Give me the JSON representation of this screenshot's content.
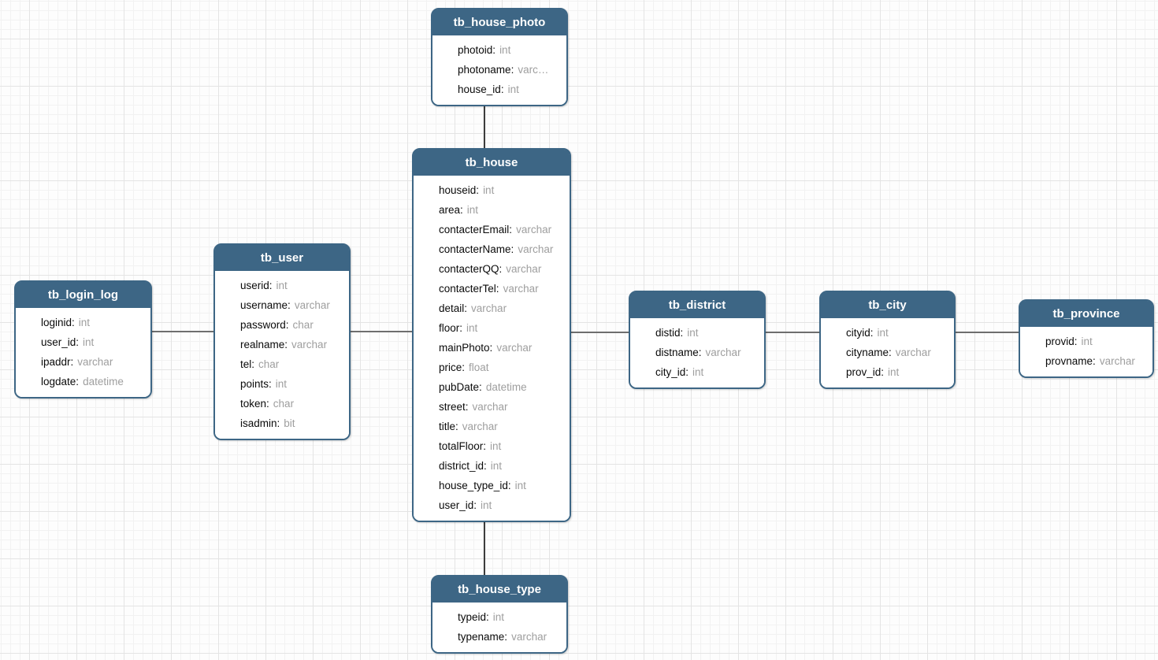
{
  "diagram": {
    "kind": "entity-relationship-diagram",
    "colors": {
      "table_header": "#3d6685",
      "table_body": "#ffffff",
      "field_name": "#0a0a0a",
      "field_type": "#9e9e9e",
      "connector_horizontal": "#6e6e6e",
      "connector_vertical": "#3d3d3d",
      "grid_minor": "#f2f2f2",
      "grid_major": "#e4e4e4"
    },
    "tables": [
      {
        "title": "tb_house_photo",
        "fields": [
          {
            "name": "photoid",
            "type": "int"
          },
          {
            "name": "photoname",
            "type": "varc…"
          },
          {
            "name": "house_id",
            "type": "int"
          }
        ]
      },
      {
        "title": "tb_house",
        "fields": [
          {
            "name": "houseid",
            "type": "int"
          },
          {
            "name": "area",
            "type": "int"
          },
          {
            "name": "contacterEmail",
            "type": "varchar"
          },
          {
            "name": "contacterName",
            "type": "varchar"
          },
          {
            "name": "contacterQQ",
            "type": "varchar"
          },
          {
            "name": "contacterTel",
            "type": "varchar"
          },
          {
            "name": "detail",
            "type": "varchar"
          },
          {
            "name": "floor",
            "type": "int"
          },
          {
            "name": "mainPhoto",
            "type": "varchar"
          },
          {
            "name": "price",
            "type": "float"
          },
          {
            "name": "pubDate",
            "type": "datetime"
          },
          {
            "name": "street",
            "type": "varchar"
          },
          {
            "name": "title",
            "type": "varchar"
          },
          {
            "name": "totalFloor",
            "type": "int"
          },
          {
            "name": "district_id",
            "type": "int"
          },
          {
            "name": "house_type_id",
            "type": "int"
          },
          {
            "name": "user_id",
            "type": "int"
          }
        ]
      },
      {
        "title": "tb_user",
        "fields": [
          {
            "name": "userid",
            "type": "int"
          },
          {
            "name": "username",
            "type": "varchar"
          },
          {
            "name": "password",
            "type": "char"
          },
          {
            "name": "realname",
            "type": "varchar"
          },
          {
            "name": "tel",
            "type": "char"
          },
          {
            "name": "points",
            "type": "int"
          },
          {
            "name": "token",
            "type": "char"
          },
          {
            "name": "isadmin",
            "type": "bit"
          }
        ]
      },
      {
        "title": "tb_login_log",
        "fields": [
          {
            "name": "loginid",
            "type": "int"
          },
          {
            "name": "user_id",
            "type": "int"
          },
          {
            "name": "ipaddr",
            "type": "varchar"
          },
          {
            "name": "logdate",
            "type": "datetime"
          }
        ]
      },
      {
        "title": "tb_district",
        "fields": [
          {
            "name": "distid",
            "type": "int"
          },
          {
            "name": "distname",
            "type": "varchar"
          },
          {
            "name": "city_id",
            "type": "int"
          }
        ]
      },
      {
        "title": "tb_city",
        "fields": [
          {
            "name": "cityid",
            "type": "int"
          },
          {
            "name": "cityname",
            "type": "varchar"
          },
          {
            "name": "prov_id",
            "type": "int"
          }
        ]
      },
      {
        "title": "tb_province",
        "fields": [
          {
            "name": "provid",
            "type": "int"
          },
          {
            "name": "provname",
            "type": "varchar"
          }
        ]
      },
      {
        "title": "tb_house_type",
        "fields": [
          {
            "name": "typeid",
            "type": "int"
          },
          {
            "name": "typename",
            "type": "varchar"
          }
        ]
      }
    ],
    "relationships": [
      {
        "from": "tb_house_photo",
        "to": "tb_house"
      },
      {
        "from": "tb_house",
        "to": "tb_house_type"
      },
      {
        "from": "tb_login_log",
        "to": "tb_user"
      },
      {
        "from": "tb_user",
        "to": "tb_house"
      },
      {
        "from": "tb_house",
        "to": "tb_district"
      },
      {
        "from": "tb_district",
        "to": "tb_city"
      },
      {
        "from": "tb_city",
        "to": "tb_province"
      }
    ]
  }
}
